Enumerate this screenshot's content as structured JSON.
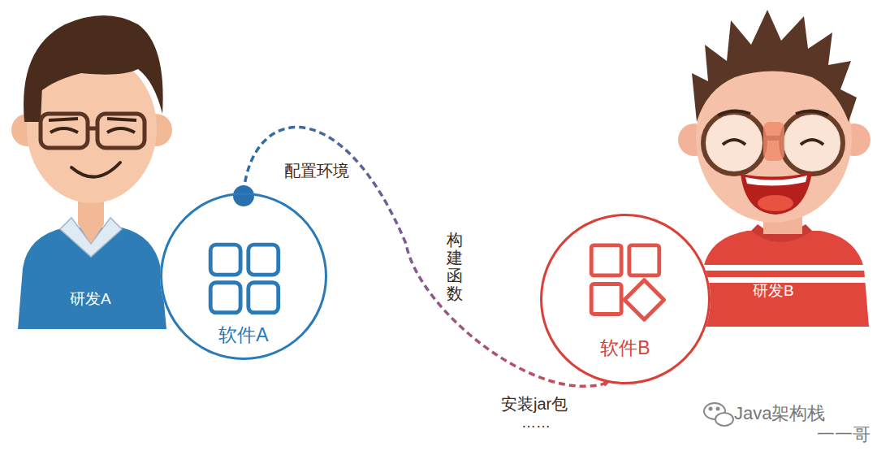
{
  "diagram": {
    "nodes": [
      {
        "text": [
          "软件A"
        ]
      },
      {
        "text": [
          "软件B"
        ]
      }
    ],
    "edges": [
      {
        "from": 0,
        "to": 1,
        "arrow": "to"
      }
    ],
    "labels": [
      "研发A",
      "配置环境",
      "构建函数",
      "研发B",
      "安装jar包",
      "……",
      "Java架构栈",
      "一一哥"
    ]
  }
}
